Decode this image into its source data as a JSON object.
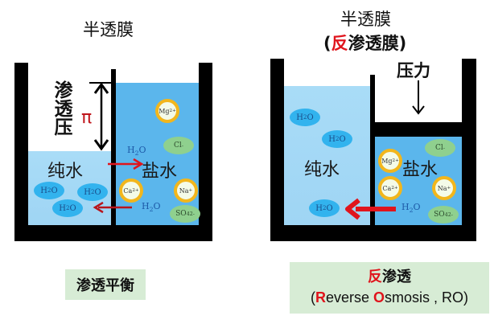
{
  "left_panel": {
    "membrane_label": "半透膜",
    "osmotic_pressure_label": "渗透压",
    "pi_symbol": "π",
    "pure_water_label": "纯水",
    "salt_water_label": "盐水",
    "pure_side_molecules": [
      "H2O",
      "H2O",
      "H2O"
    ],
    "salt_side_h2o": [
      "H2O",
      "H2O"
    ],
    "ions": [
      {
        "base": "Mg",
        "charge": "2+",
        "style": "ring"
      },
      {
        "base": "Cl",
        "charge": "-",
        "style": "green"
      },
      {
        "base": "Ca",
        "charge": "2+",
        "style": "ring"
      },
      {
        "base": "Na",
        "charge": "+",
        "style": "ring"
      },
      {
        "base": "SO",
        "sub": "4",
        "charge": "2-",
        "style": "green"
      }
    ],
    "caption": "渗透平衡"
  },
  "right_panel": {
    "membrane_label": "半透膜",
    "membrane_sub_label_open": "(",
    "membrane_sub_label_red": "反",
    "membrane_sub_label_rest": "渗透膜)",
    "pressure_label": "压力",
    "pure_water_label": "纯水",
    "salt_water_label": "盐水",
    "pure_side_molecules": [
      "H2O",
      "H2O",
      "H2O"
    ],
    "salt_side_h2o": [
      "H2O"
    ],
    "ions": [
      {
        "base": "Mg",
        "charge": "2+",
        "style": "ring"
      },
      {
        "base": "Cl",
        "charge": "-",
        "style": "green"
      },
      {
        "base": "Ca",
        "charge": "2+",
        "style": "ring"
      },
      {
        "base": "Na",
        "charge": "+",
        "style": "ring"
      },
      {
        "base": "SO",
        "sub": "4",
        "charge": "2-",
        "style": "green"
      }
    ],
    "caption_line1_red": "反",
    "caption_line1_rest": "渗透",
    "caption_line2": {
      "open": "(",
      "r_red": "R",
      "everse": "everse ",
      "o_red": "O",
      "smosis": "smosis , RO)"
    }
  },
  "colors": {
    "pure_water": "#a9dcf7",
    "salt_water": "#5bb6ec",
    "h2o_bubble": "#32b3ee",
    "ion_ring": "#f2b61c",
    "ion_green": "#8fd08e",
    "arrow_red": "#e0141c",
    "caption_bg": "#d7ecd5"
  }
}
